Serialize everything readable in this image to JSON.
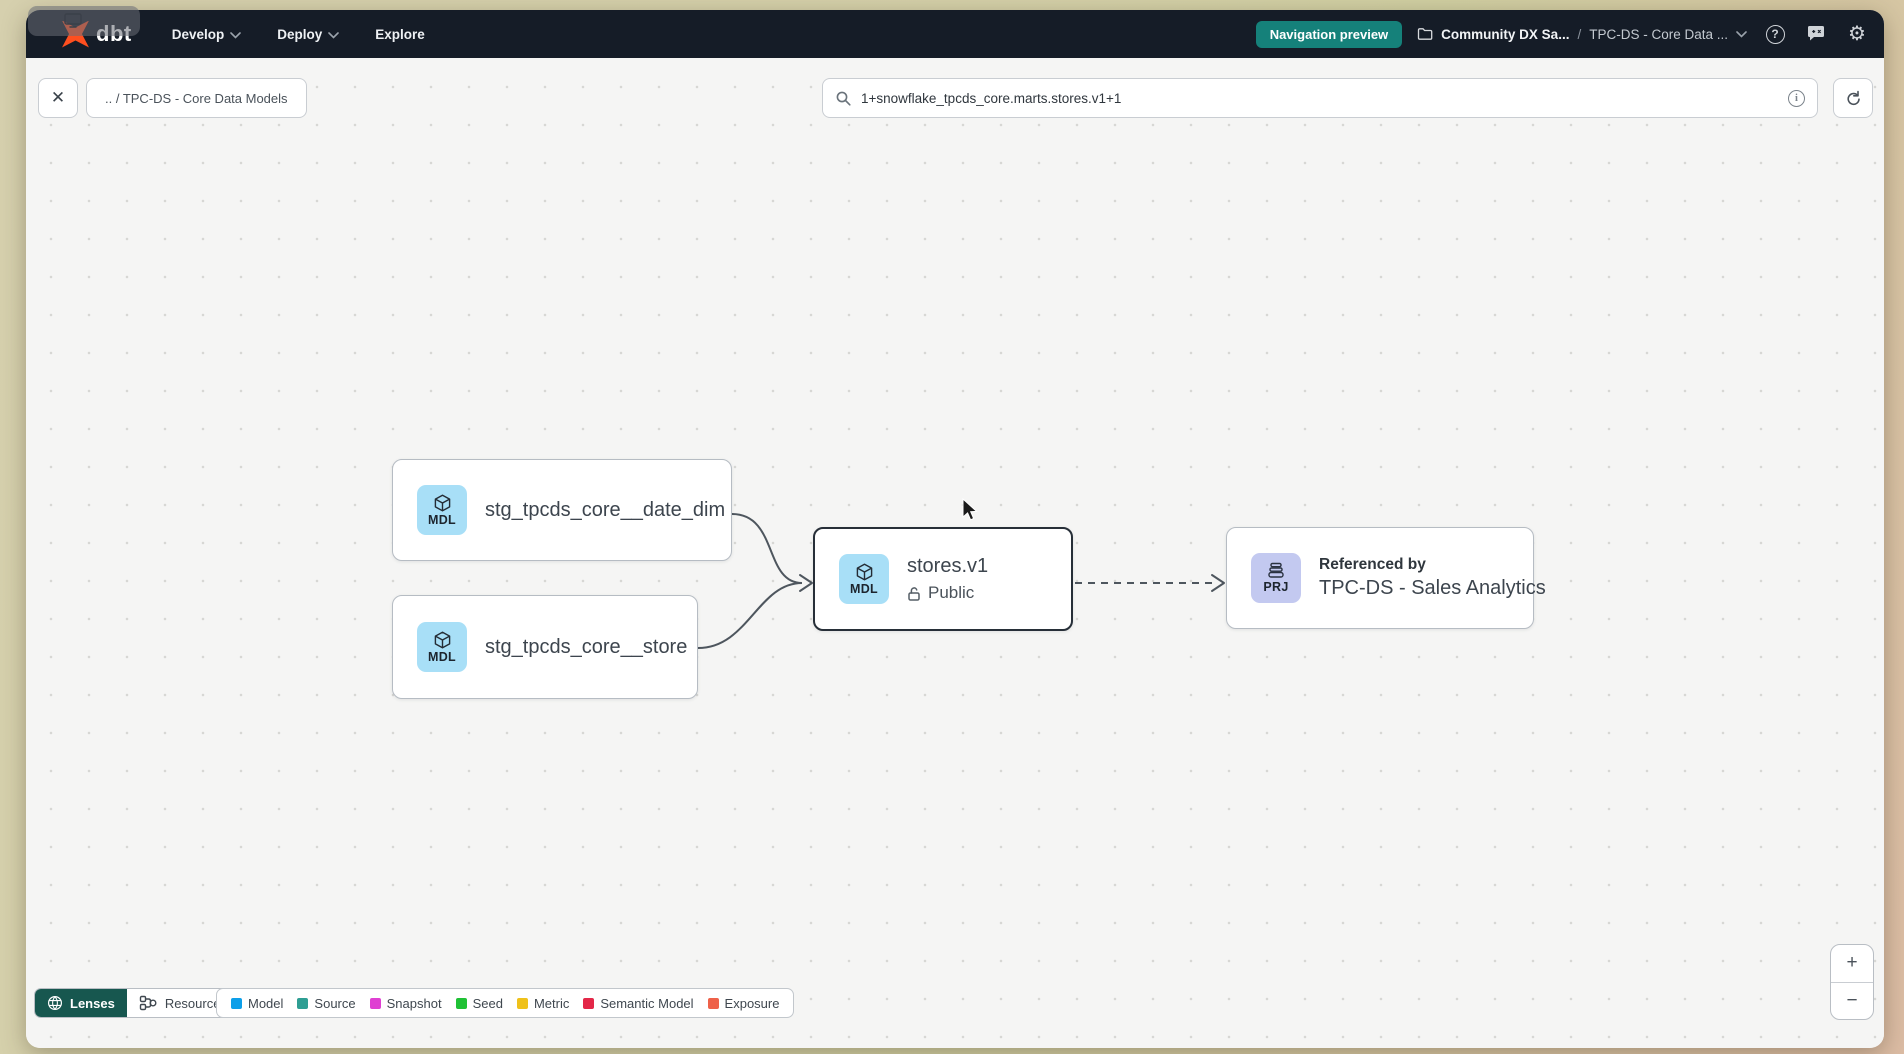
{
  "navbar": {
    "logo_text": "dbt",
    "menu": [
      {
        "label": "Develop"
      },
      {
        "label": "Deploy"
      },
      {
        "label": "Explore"
      }
    ],
    "preview_badge": "Navigation preview",
    "account_name": "Community DX Sa...",
    "crumb_separator": "/",
    "project_name": "TPC-DS - Core Data ...",
    "help_glyph": "?"
  },
  "toolbar": {
    "close_glyph": "✕",
    "breadcrumb": ".. / TPC-DS - Core Data Models",
    "search_value": "1+snowflake_tpcds_core.marts.stores.v1+1",
    "info_glyph": "i"
  },
  "graph": {
    "nodes": [
      {
        "badge": "MDL",
        "label": "stg_tpcds_core__date_dim"
      },
      {
        "badge": "MDL",
        "label": "stg_tpcds_core__store"
      },
      {
        "badge": "MDL",
        "label": "stores.v1",
        "access": "Public",
        "selected": true
      },
      {
        "badge": "PRJ",
        "title": "Referenced by",
        "label": "TPC-DS - Sales Analytics"
      }
    ]
  },
  "footer": {
    "lenses_label": "Lenses",
    "resource_type_label": "Resource type",
    "legend": [
      {
        "label": "Model",
        "color": "#0d9fe9"
      },
      {
        "label": "Source",
        "color": "#2e9e93"
      },
      {
        "label": "Snapshot",
        "color": "#df3fd2"
      },
      {
        "label": "Seed",
        "color": "#1fc135"
      },
      {
        "label": "Metric",
        "color": "#efc11a"
      },
      {
        "label": "Semantic Model",
        "color": "#e32748"
      },
      {
        "label": "Exposure",
        "color": "#ee6149"
      }
    ],
    "zoom_in_glyph": "+",
    "zoom_out_glyph": "−"
  },
  "colors": {
    "navbar_bg": "#151c27",
    "accent_teal": "#15817a",
    "lenses_teal": "#17574f",
    "logo_orange": "#ff4f1f",
    "model_badge_bg": "#a8dff7",
    "project_badge_bg": "#c3c9f0",
    "selected_border": "#272f38",
    "edge": "#4e565e",
    "canvas_bg": "#f5f5f4"
  }
}
